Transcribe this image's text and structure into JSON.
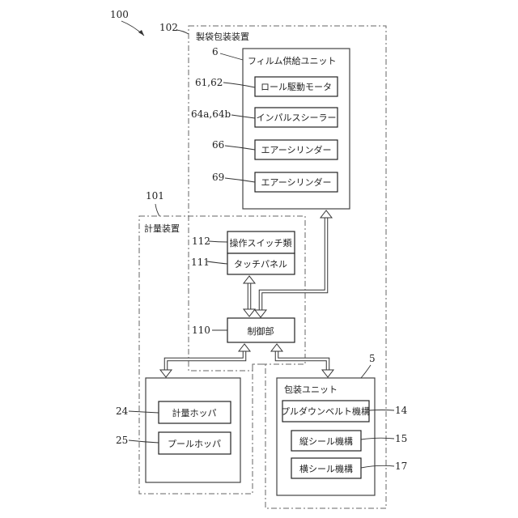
{
  "figure_ref": "100",
  "bag_making": {
    "ref": "102",
    "title": "製袋包装装置",
    "film_unit": {
      "ref": "6",
      "title": "フィルム供給ユニット",
      "items": [
        {
          "ref": "61,62",
          "label": "ロール駆動モータ"
        },
        {
          "ref": "64a,64b",
          "label": "インパルスシーラー"
        },
        {
          "ref": "66",
          "label": "エアーシリンダー"
        },
        {
          "ref": "69",
          "label": "エアーシリンダー"
        }
      ]
    }
  },
  "weighing": {
    "ref": "101",
    "title": "計量装置",
    "switches": {
      "ref": "112",
      "label": "操作スイッチ類"
    },
    "touch_panel": {
      "ref": "111",
      "label": "タッチパネル"
    },
    "controller": {
      "ref": "110",
      "label": "制御部"
    },
    "hoppers": {
      "weigh": {
        "ref": "24",
        "label": "計量ホッパ"
      },
      "pool": {
        "ref": "25",
        "label": "プールホッパ"
      }
    }
  },
  "packaging_unit": {
    "ref": "5",
    "title": "包装ユニット",
    "items": [
      {
        "ref": "14",
        "label": "プルダウンベルト機構"
      },
      {
        "ref": "15",
        "label": "縦シール機構"
      },
      {
        "ref": "17",
        "label": "横シール機構"
      }
    ]
  }
}
